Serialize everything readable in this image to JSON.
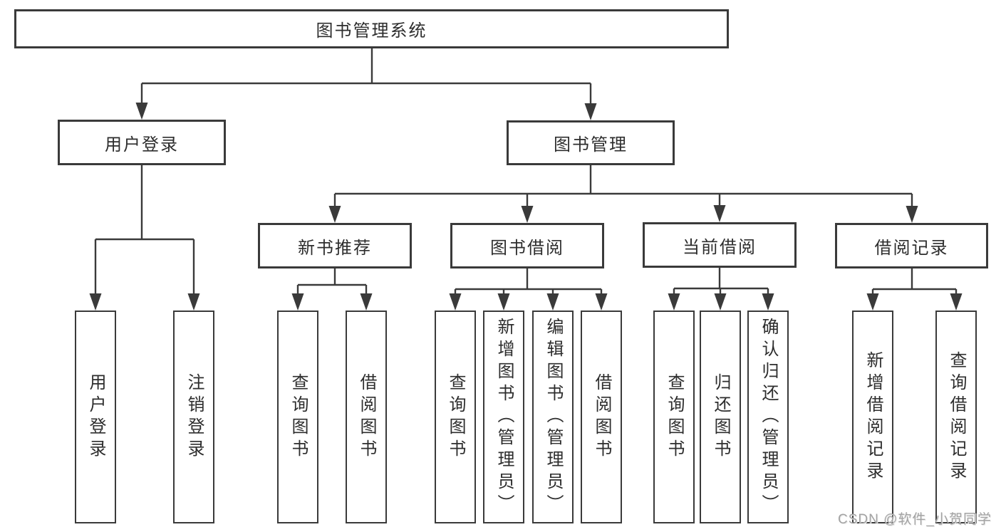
{
  "diagram": {
    "title": "图书管理系统",
    "level2": {
      "user_login": "用户登录",
      "book_mgmt": "图书管理"
    },
    "level3": {
      "new_books": "新书推荐",
      "book_borrow": "图书借阅",
      "current_borrow": "当前借阅",
      "borrow_records": "借阅记录"
    },
    "leaves": {
      "user_login": [
        "用户登录",
        "注销登录"
      ],
      "new_books": [
        "查询图书",
        "借阅图书"
      ],
      "book_borrow": [
        "查询图书",
        "新增图书（管理员）",
        "编辑图书（管理员）",
        "借阅图书"
      ],
      "current_borrow": [
        "查询图书",
        "归还图书",
        "确认归还（管理员）"
      ],
      "borrow_records": [
        "新增借阅记录",
        "查询借阅记录"
      ]
    },
    "watermark": "CSDN @软件_小贺同学",
    "colors": {
      "line": "#3a3a3a",
      "text": "#2d2d2d",
      "watermark": "#a3a3a3",
      "background": "#ffffff"
    }
  }
}
